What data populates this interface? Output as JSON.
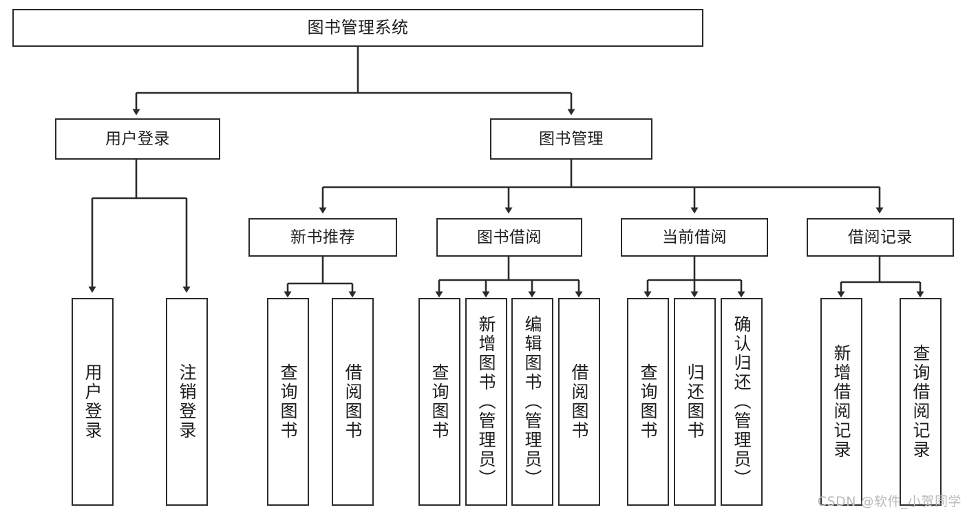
{
  "diagram": {
    "title": "图书管理系统",
    "type": "tree-hierarchy-chart",
    "stroke_color": "#2b2b2b",
    "fill_color": "#ffffff",
    "watermark": "CSDN @软件_小贺同学"
  },
  "nodes": {
    "root": {
      "label": "图书管理系统"
    },
    "level1": [
      {
        "label": "用户登录"
      },
      {
        "label": "图书管理"
      }
    ],
    "level2": [
      {
        "label": "新书推荐"
      },
      {
        "label": "图书借阅"
      },
      {
        "label": "当前借阅"
      },
      {
        "label": "借阅记录"
      }
    ],
    "leaves_user_login": [
      {
        "label": "用户登录"
      },
      {
        "label": "注销登录"
      }
    ],
    "leaves_new_book": [
      {
        "label": "查询图书"
      },
      {
        "label": "借阅图书"
      }
    ],
    "leaves_borrow": [
      {
        "label": "查询图书"
      },
      {
        "label": "新增图书（管理员）"
      },
      {
        "label": "编辑图书（管理员）"
      },
      {
        "label": "借阅图书"
      }
    ],
    "leaves_current": [
      {
        "label": "查询图书"
      },
      {
        "label": "归还图书"
      },
      {
        "label": "确认归还（管理员）"
      }
    ],
    "leaves_records": [
      {
        "label": "新增借阅记录"
      },
      {
        "label": "查询借阅记录"
      }
    ]
  }
}
